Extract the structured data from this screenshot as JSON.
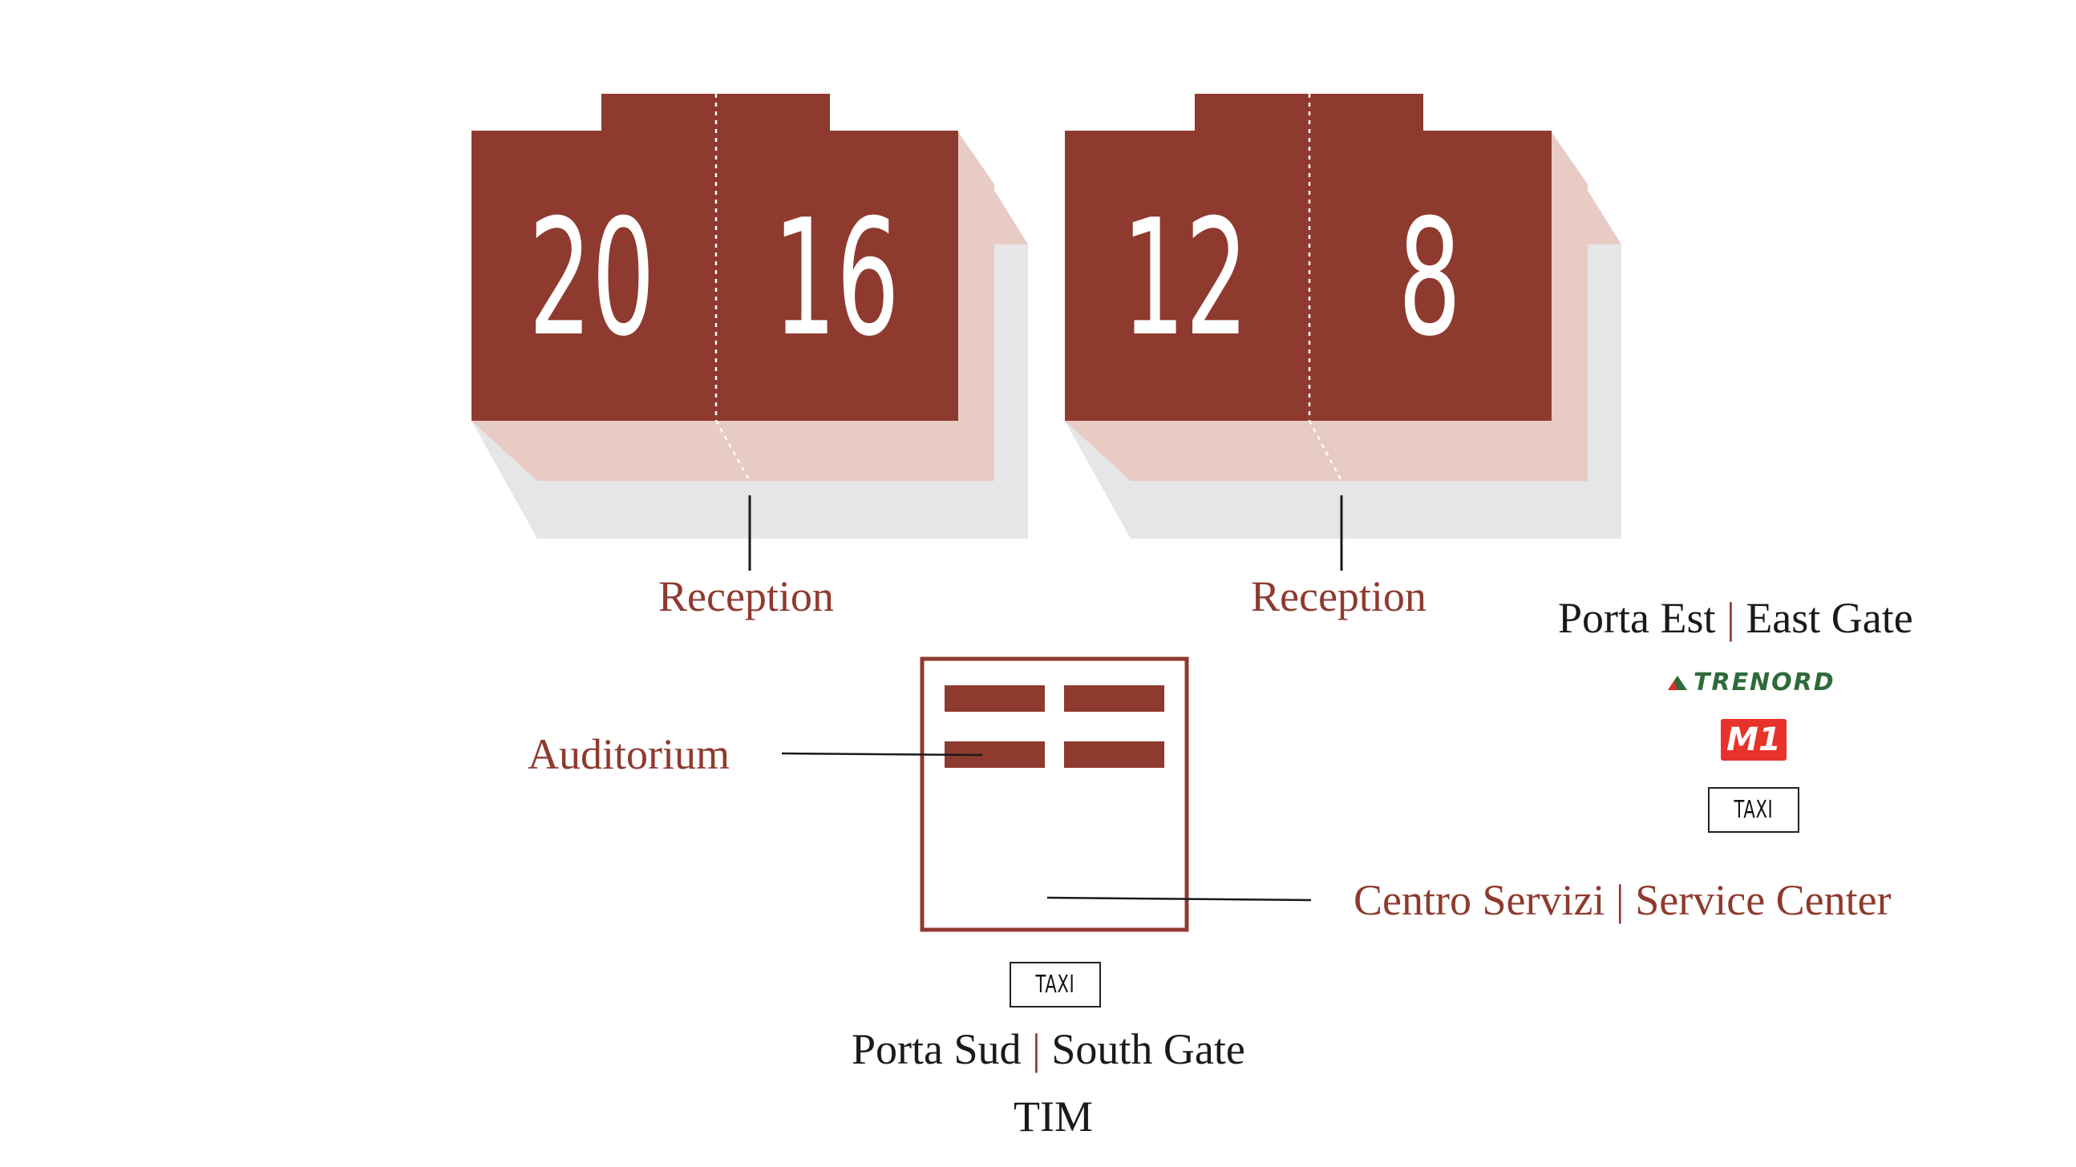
{
  "pavilions": [
    {
      "number": "20"
    },
    {
      "number": "16"
    },
    {
      "number": "12"
    },
    {
      "number": "8"
    }
  ],
  "labels": {
    "reception_left": "Reception",
    "reception_right": "Reception",
    "auditorium": "Auditorium",
    "service_center": "Centro Servizi | Service Center"
  },
  "east_gate": {
    "name_it": "Porta Est",
    "separator": "|",
    "name_en": "East Gate",
    "trenord_logo": "TRENORD",
    "metro_logo": "M1",
    "taxi": "TAXI"
  },
  "south_gate": {
    "taxi": "TAXI",
    "name_it": "Porta Sud",
    "separator": "|",
    "name_en": "South Gate",
    "sub": "TIM"
  },
  "colors": {
    "accent": "#8f3a2f",
    "shadow_pink": "#e8ccc4",
    "shadow_gray": "#e6e6e8",
    "trenord_green": "#2f6b3a",
    "metro_red": "#e8332a"
  }
}
